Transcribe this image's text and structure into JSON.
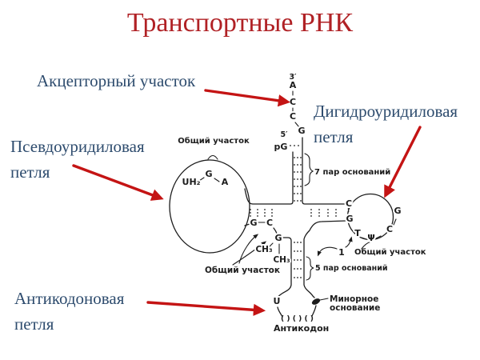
{
  "colors": {
    "background": "#ffffff",
    "title": "#b02125",
    "callout": "#2e4c6e",
    "arrow": "#c41414",
    "ink": "#1c1c1c"
  },
  "title": {
    "text": "Транспортные РНК"
  },
  "callouts": {
    "acceptor": "Акцепторный участок",
    "dihydrouridine": "Дигидроуридиловая петля",
    "pseudouridine": "Псевдоуридиловая петля",
    "anticodon": "Антикодоновая петля"
  },
  "diagram": {
    "three_prime": "3′",
    "five_prime": "5′",
    "pg": "pG",
    "acceptor_bases": [
      "A",
      "C",
      "C",
      "G"
    ],
    "pairs7_label": "7 пар оснований",
    "pairs5_label": "5 пар оснований",
    "one_label": "1",
    "common_top": "Общий участок",
    "common_bottom": "Общий участок",
    "common_right": "Общий участок",
    "left_loop": {
      "u": "UH₂",
      "g": "G",
      "a": "A"
    },
    "gc_pair": {
      "g": "G",
      "c": "C"
    },
    "dimethyl_g": "G",
    "ch3_a": "CH₃",
    "ch3_b": "CH₃",
    "right_loop": {
      "c_top": "C",
      "g_bottom": "G",
      "t": "T",
      "psi": "Ψ",
      "c": "C",
      "g": "G"
    },
    "anticodon_u": "U",
    "anticodon_parens": "( ) ( ) ( )",
    "minor_base_line1": "Минорное",
    "minor_base_line2": "основание",
    "anticodon_label": "Антикодон"
  }
}
